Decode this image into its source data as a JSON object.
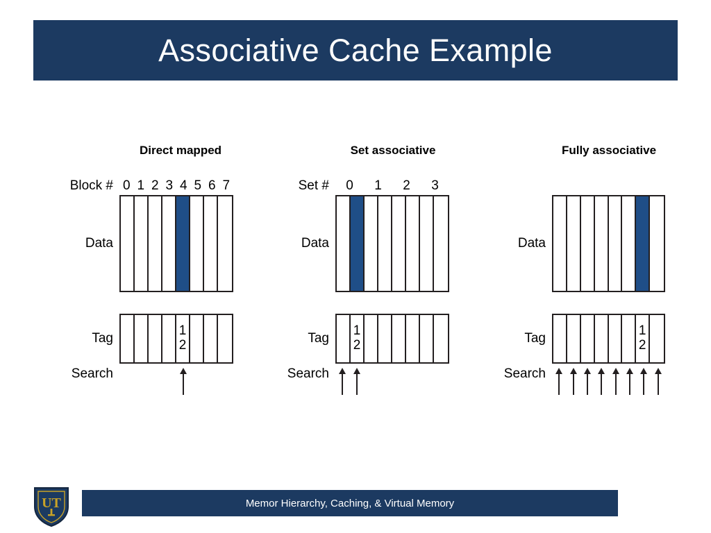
{
  "slide": {
    "title": "Associative Cache Example",
    "title_bar_color": "#1c3a61",
    "background_color": "#ffffff",
    "highlight_color": "#1f4e87",
    "line_color": "#231f20"
  },
  "labels": {
    "data": "Data",
    "tag": "Tag",
    "search": "Search"
  },
  "panels": [
    {
      "id": "direct-mapped",
      "heading": "Direct mapped",
      "index_label": "Block #",
      "index_values": [
        "0",
        "1",
        "2",
        "3",
        "4",
        "5",
        "6",
        "7"
      ],
      "index_span": 1,
      "columns": 8,
      "highlighted_column": 4,
      "tag_column": 4,
      "tag_value_top": "1",
      "tag_value_bottom": "2",
      "search_arrow_columns": [
        4
      ]
    },
    {
      "id": "set-associative",
      "heading": "Set associative",
      "index_label": "Set #",
      "index_values": [
        "0",
        "1",
        "2",
        "3"
      ],
      "index_span": 2,
      "columns": 8,
      "highlighted_column": 1,
      "tag_column": 1,
      "tag_value_top": "1",
      "tag_value_bottom": "2",
      "search_arrow_columns": [
        0,
        1
      ]
    },
    {
      "id": "fully-associative",
      "heading": "Fully associative",
      "index_label": "",
      "index_values": [],
      "index_span": 1,
      "columns": 8,
      "highlighted_column": 6,
      "tag_column": 6,
      "tag_value_top": "1",
      "tag_value_bottom": "2",
      "search_arrow_columns": [
        0,
        1,
        2,
        3,
        4,
        5,
        6,
        7
      ]
    }
  ],
  "footer": {
    "text": "Memor Hierarchy, Caching, & Virtual Memory",
    "bar_color": "#1c3a61",
    "logo": {
      "name": "ut-shield-logo",
      "letters": "UT",
      "shield_color": "#1c3a61",
      "letter_color": "#c9a227"
    }
  }
}
